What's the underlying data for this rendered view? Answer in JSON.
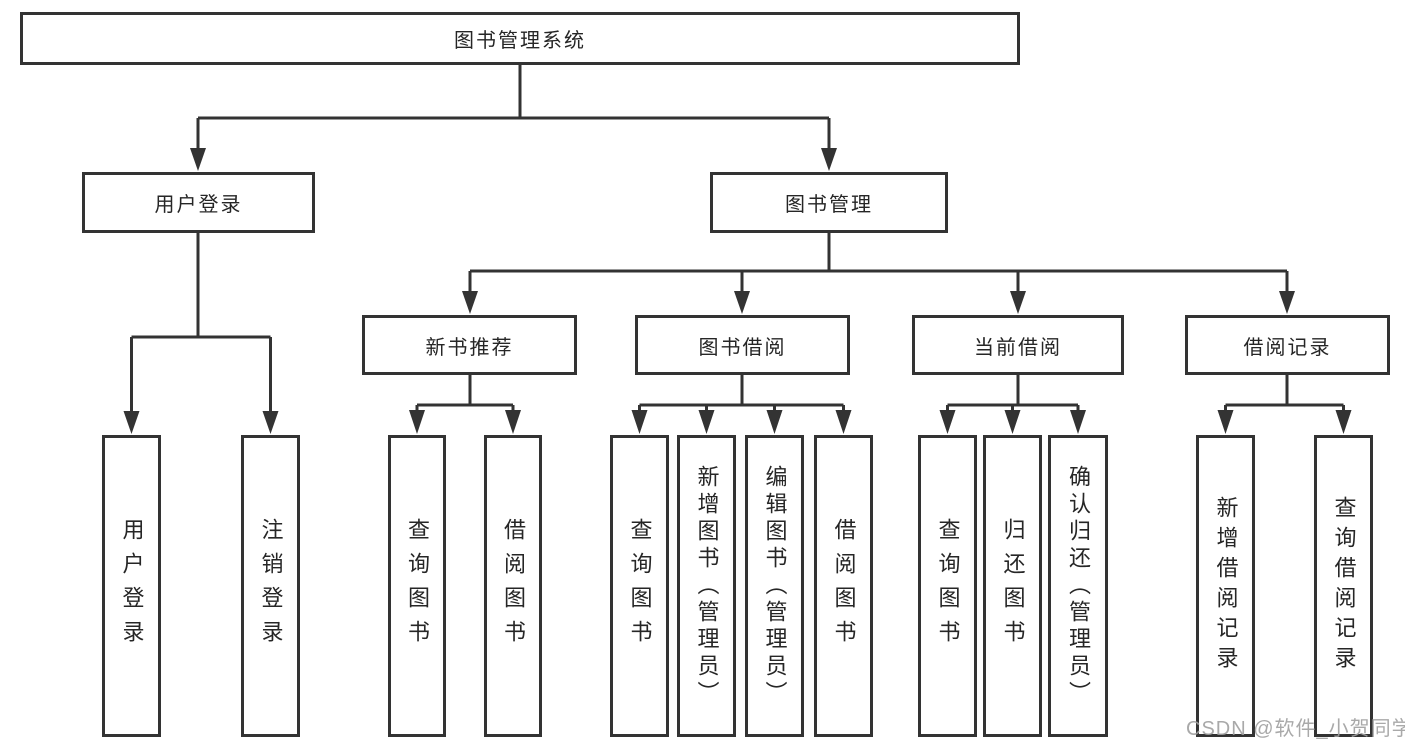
{
  "tree": {
    "root": {
      "label": "图书管理系统",
      "children": [
        {
          "label": "用户登录",
          "children": [
            {
              "label": "用户登录"
            },
            {
              "label": "注销登录"
            }
          ]
        },
        {
          "label": "图书管理",
          "children": [
            {
              "label": "新书推荐",
              "children": [
                {
                  "label": "查询图书"
                },
                {
                  "label": "借阅图书"
                }
              ]
            },
            {
              "label": "图书借阅",
              "children": [
                {
                  "label": "查询图书"
                },
                {
                  "label": "新增图书（管理员）"
                },
                {
                  "label": "编辑图书（管理员）"
                },
                {
                  "label": "借阅图书"
                }
              ]
            },
            {
              "label": "当前借阅",
              "children": [
                {
                  "label": "查询图书"
                },
                {
                  "label": "归还图书"
                },
                {
                  "label": "确认归还（管理员）"
                }
              ]
            },
            {
              "label": "借阅记录",
              "children": [
                {
                  "label": "新增借阅记录"
                },
                {
                  "label": "查询借阅记录"
                }
              ]
            }
          ]
        }
      ]
    }
  },
  "watermark": {
    "text": "CSDN @软件_小贺同学",
    "color": "#a0a0a0"
  },
  "colors": {
    "line": "#333333",
    "border": "#333333",
    "background": "#ffffff",
    "text": "#262626"
  }
}
